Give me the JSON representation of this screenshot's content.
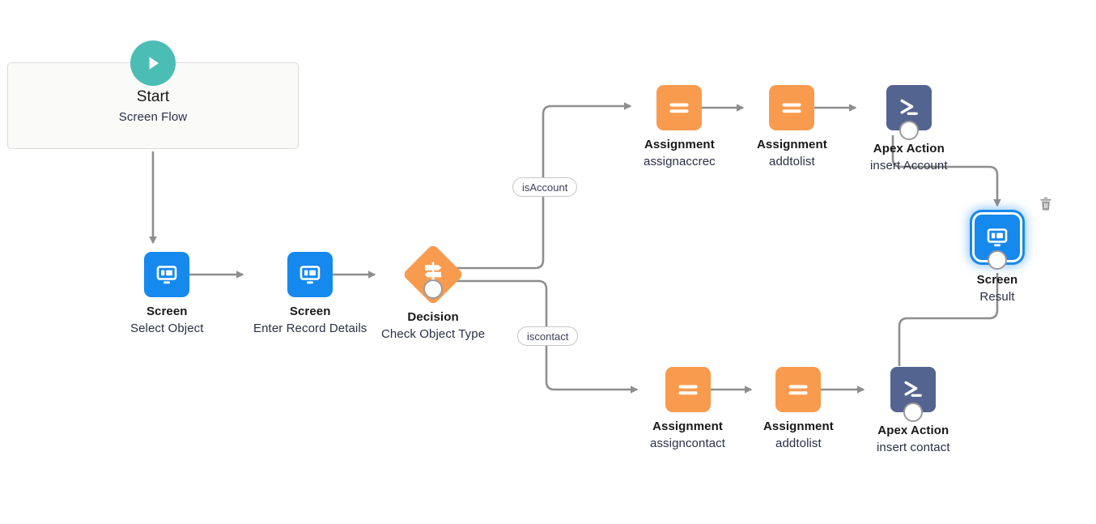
{
  "diagram": {
    "type": "flow-canvas",
    "app": "Salesforce Flow Builder",
    "background_color": "#ffffff",
    "colors": {
      "start": "#4bbdb4",
      "screen": "#1589ee",
      "assignment": "#f99b4f",
      "decision": "#f99b4f",
      "apex_action": "#546490",
      "connector": "#8e8e8e",
      "selected_outline": "#1589ee",
      "start_box_fill": "#fafaf9",
      "start_box_border": "#dddbda",
      "label_title": "#181818",
      "label_subtitle": "#2b2f47",
      "pill_border": "#c9c7c5",
      "stub_border": "#9a9a9a"
    }
  },
  "nodes": {
    "start": {
      "title": "Start",
      "subtitle": "Screen Flow",
      "icon": "play-icon",
      "selected": false
    },
    "screen_select_object": {
      "title": "Screen",
      "subtitle": "Select Object",
      "icon": "screen-icon",
      "selected": false
    },
    "screen_enter_record_details": {
      "title": "Screen",
      "subtitle": "Enter Record Details",
      "icon": "screen-icon",
      "selected": false
    },
    "decision_check_object_type": {
      "title": "Decision",
      "subtitle": "Check Object Type",
      "icon": "decision-signpost-icon",
      "selected": false
    },
    "assignment_assignaccrec": {
      "title": "Assignment",
      "subtitle": "assignaccrec",
      "icon": "assignment-equals-icon",
      "selected": false
    },
    "assignment_addtolist_top": {
      "title": "Assignment",
      "subtitle": "addtolist",
      "icon": "assignment-equals-icon",
      "selected": false
    },
    "apex_insert_account": {
      "title": "Apex Action",
      "subtitle": "insert Account",
      "icon": "apex-terminal-icon",
      "selected": false
    },
    "screen_result": {
      "title": "Screen",
      "subtitle": "Result",
      "icon": "screen-icon",
      "selected": true,
      "delete_icon": "trash-icon"
    },
    "assignment_assigncontact": {
      "title": "Assignment",
      "subtitle": "assigncontact",
      "icon": "assignment-equals-icon",
      "selected": false
    },
    "assignment_addtolist_bottom": {
      "title": "Assignment",
      "subtitle": "addtolist",
      "icon": "assignment-equals-icon",
      "selected": false
    },
    "apex_insert_contact": {
      "title": "Apex Action",
      "subtitle": "insert contact",
      "icon": "apex-terminal-icon",
      "selected": false
    }
  },
  "branch_labels": {
    "top": "isAccount",
    "bottom": "iscontact"
  }
}
